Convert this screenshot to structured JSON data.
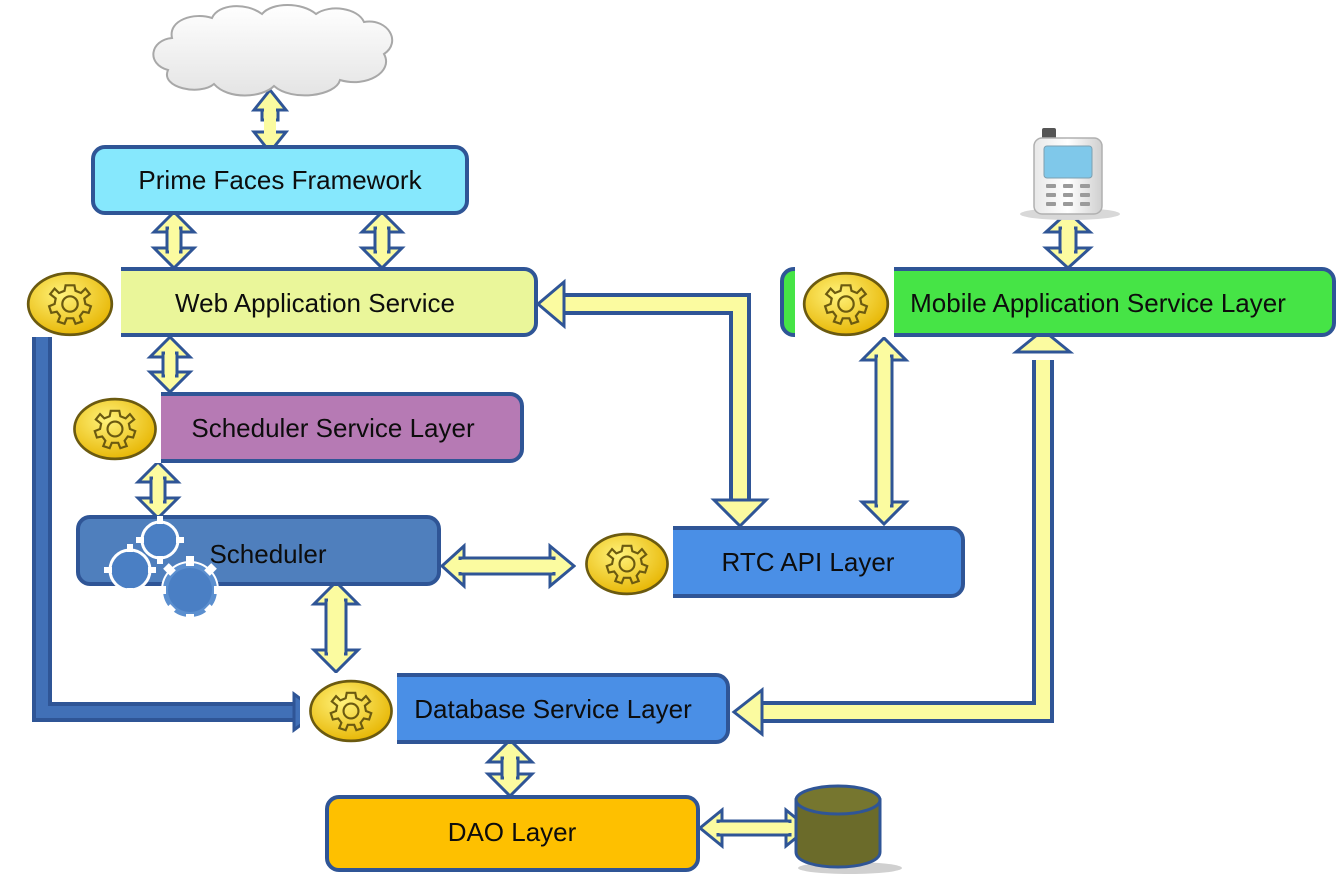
{
  "diagram": {
    "nodes": {
      "prime_faces": {
        "label": "Prime Faces Framework",
        "fill": "#86e8fd"
      },
      "web_app": {
        "label": "Web Application Service",
        "fill": "#eaf69a"
      },
      "mobile_app": {
        "label": "Mobile Application Service Layer",
        "fill": "#46e446"
      },
      "scheduler_service": {
        "label": "Scheduler Service Layer",
        "fill": "#b67ab4"
      },
      "scheduler": {
        "label": "Scheduler",
        "fill": "#4f7fbd"
      },
      "rtc_api": {
        "label": "RTC API Layer",
        "fill": "#4a8fe6"
      },
      "database_service": {
        "label": "Database Service Layer",
        "fill": "#4a8fe6"
      },
      "dao": {
        "label": "DAO Layer",
        "fill": "#fec000"
      }
    },
    "external": {
      "cloud": "cloud-icon",
      "phone": "mobile-phone-icon",
      "database": "database-cylinder-icon"
    },
    "colors": {
      "border": "#2f5596",
      "arrow_fill": "#fbfba0",
      "arrow_outline": "#2f5596",
      "gear_fill": "#f5c800",
      "blue_path": "#4170b7"
    }
  }
}
